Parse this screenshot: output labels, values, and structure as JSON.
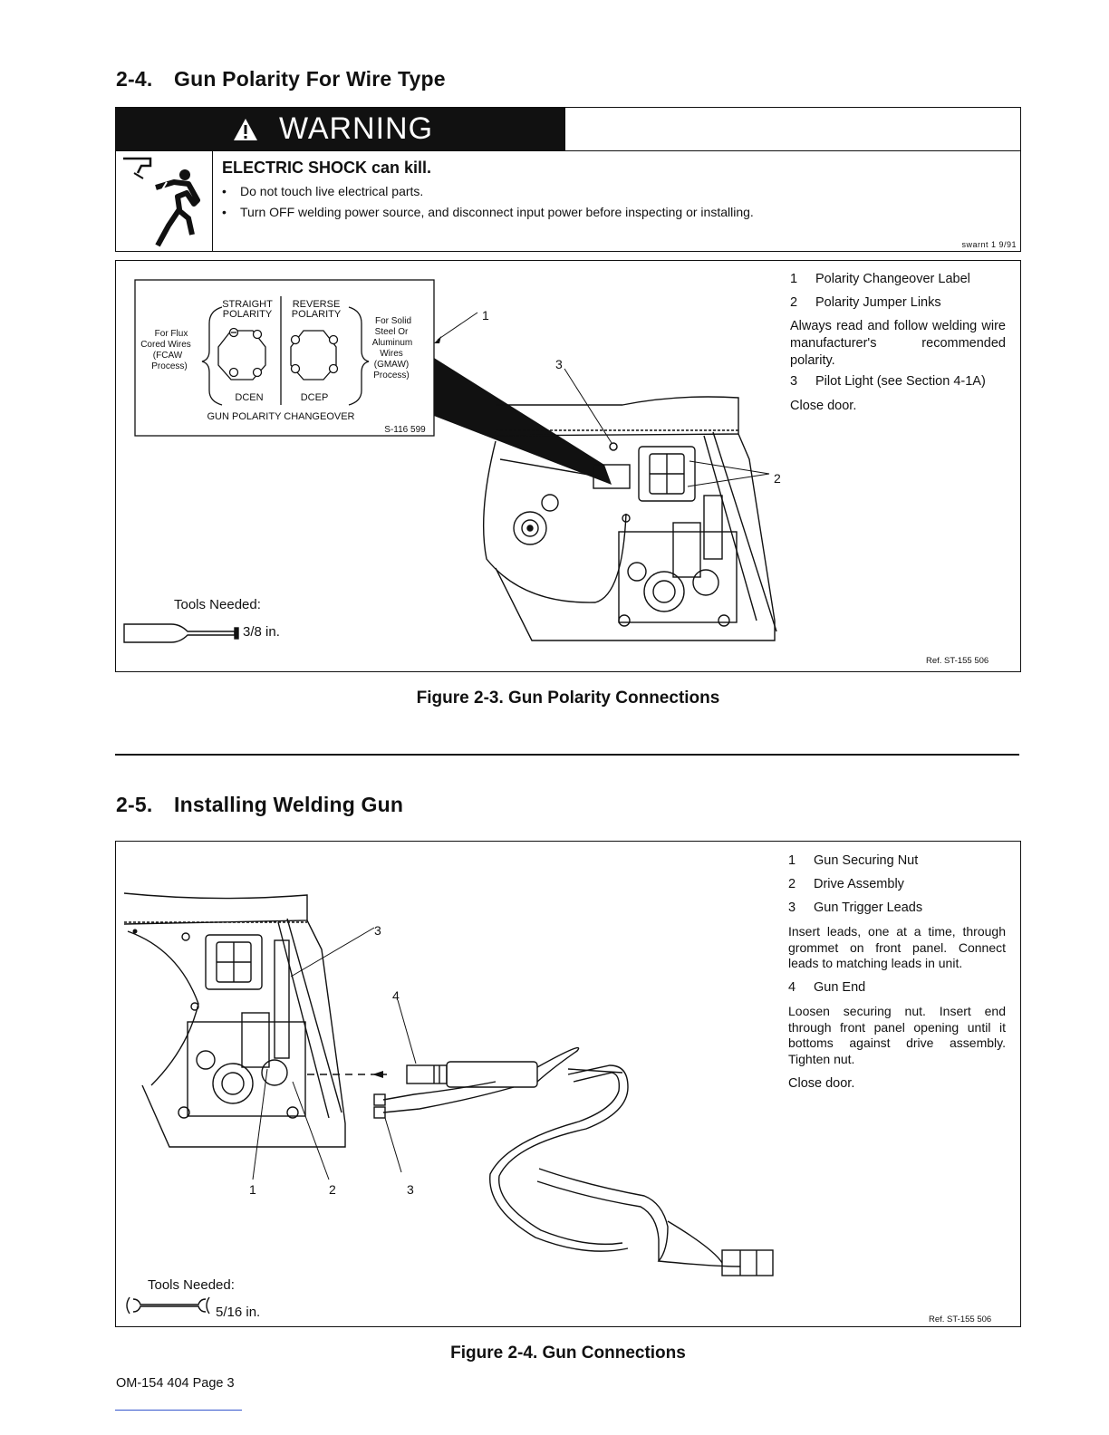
{
  "section_2_4": {
    "number": "2-4.",
    "title": "Gun Polarity For Wire Type"
  },
  "warning": {
    "banner": "WARNING",
    "heading": "ELECTRIC SHOCK can kill.",
    "bullets": [
      "Do not touch live electrical parts.",
      "Turn OFF welding power source, and disconnect input power before inspecting or installing."
    ],
    "code": "swarnt 1 9/91"
  },
  "figure_2_3": {
    "label": {
      "straight": "STRAIGHT",
      "straight2": "POLARITY",
      "reverse": "REVERSE",
      "reverse2": "POLARITY",
      "left1": "For Flux",
      "left2": "Cored Wires",
      "left3": "(FCAW",
      "left4": "Process)",
      "right1": "For Solid",
      "right2": "Steel Or",
      "right3": "Aluminum",
      "right4": "Wires",
      "right5": "(GMAW)",
      "right6": "Process)",
      "dcen": "DCEN",
      "dcep": "DCEP",
      "title": "GUN POLARITY CHANGEOVER",
      "code": "S-116 599"
    },
    "callout_numbers": [
      "1",
      "2",
      "3"
    ],
    "notes": {
      "item1_num": "1",
      "item1": "Polarity Changeover Label",
      "item2_num": "2",
      "item2": "Polarity Jumper Links",
      "para1": "Always read and follow welding wire manufacturer's recommended polarity.",
      "item3_num": "3",
      "item3": "Pilot Light (see Section 4-1A)",
      "para2": "Close door."
    },
    "tools_label": "Tools Needed:",
    "tool_size": "3/8 in.",
    "ref": "Ref. ST-155 506",
    "caption": "Figure 2-3. Gun Polarity Connections"
  },
  "section_2_5": {
    "number": "2-5.",
    "title": "Installing Welding Gun"
  },
  "figure_2_4": {
    "callout_numbers": [
      "1",
      "2",
      "3",
      "3",
      "4"
    ],
    "notes": {
      "item1_num": "1",
      "item1": "Gun Securing Nut",
      "item2_num": "2",
      "item2": "Drive Assembly",
      "item3_num": "3",
      "item3": "Gun Trigger Leads",
      "para1": "Insert leads, one at a time, through grommet on front panel. Connect leads to matching leads in unit.",
      "item4_num": "4",
      "item4": "Gun End",
      "para2": "Loosen securing nut. Insert end through front panel opening until it bottoms against drive assembly. Tighten nut.",
      "para3": "Close door."
    },
    "tools_label": "Tools Needed:",
    "tool_size": "5/16 in.",
    "ref": "Ref. ST-155 506",
    "caption": "Figure 2-4. Gun Connections"
  },
  "footer": {
    "page": "OM-154 404 Page 3"
  }
}
